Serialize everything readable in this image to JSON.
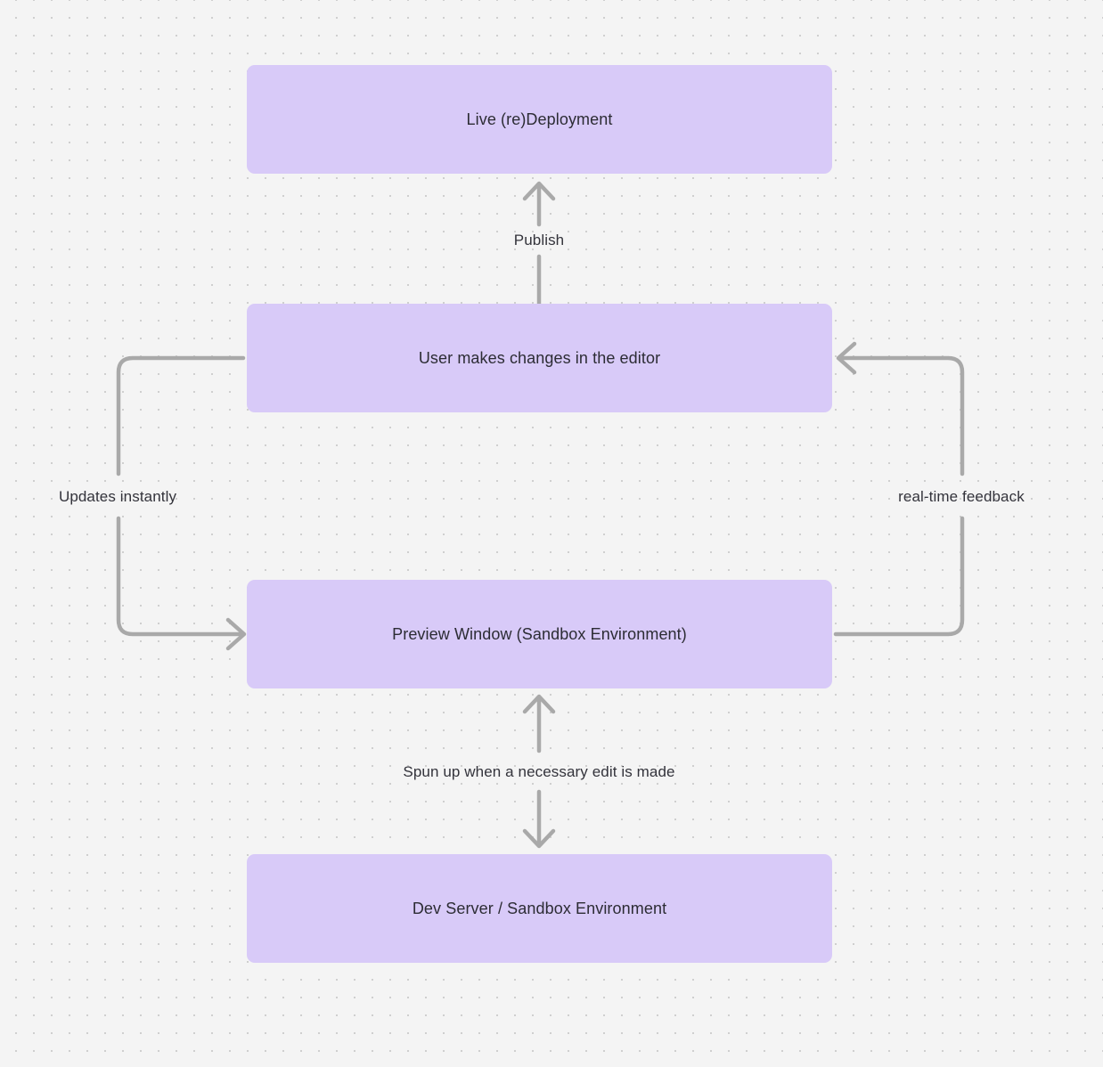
{
  "diagram": {
    "type": "flowchart",
    "background_color": "#f4f4f4",
    "grid": "dotted",
    "node_fill_color": "#d8caf8",
    "edge_color": "#a9a9a9",
    "text_color": "#2c2c34",
    "nodes": [
      {
        "id": "live-deployment",
        "label": "Live (re)Deployment"
      },
      {
        "id": "user-edits",
        "label": "User makes changes in the editor"
      },
      {
        "id": "preview-window",
        "label": "Preview Window (Sandbox Environment)"
      },
      {
        "id": "dev-server",
        "label": "Dev Server / Sandbox Environment"
      }
    ],
    "edges": [
      {
        "id": "publish",
        "label": "Publish",
        "from": "user-edits",
        "to": "live-deployment",
        "direction": "up"
      },
      {
        "id": "updates-instantly",
        "label": "Updates instantly",
        "from": "user-edits",
        "to": "preview-window",
        "direction": "left-loop"
      },
      {
        "id": "real-time-feedback",
        "label": "real-time feedback",
        "from": "preview-window",
        "to": "user-edits",
        "direction": "right-loop"
      },
      {
        "id": "spun-up",
        "label": "Spun up when a necessary edit is made",
        "from": "preview-window",
        "to": "dev-server",
        "direction": "bidirectional"
      }
    ]
  }
}
